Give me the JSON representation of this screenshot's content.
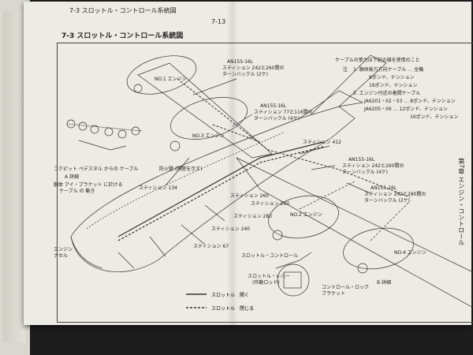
{
  "header": {
    "section_title": "7-3 スロットル・コントロール系統図",
    "page_number": "7-13"
  },
  "diagram": {
    "title": "7-3 スロットル・コントロール系統図"
  },
  "notes": {
    "heading": "ケーブルの張力は下記の値を使用のこと",
    "note1_label": "注",
    "note1": "1. 胴体後方方向ケーブル … 全機",
    "note1a": "8ポンド、テンション",
    "note1b": "16ポンド、テンション",
    "note2": "2. エンジン付近の着間ケーブル",
    "note2a": "JA6201・02・03 … 8ポンド、テンション",
    "note2b": "JA6205・06 … 12ポンド、テンション",
    "note2c": "16ポンド、テンション"
  },
  "labels": {
    "an_top": "AN155-16L",
    "an_top_2": "スティション 242と260間の",
    "an_top_3": "ターンバックル (2ケ)",
    "an_mid": "AN155-16L",
    "an_mid_2": "スティション 77と116間の",
    "an_mid_3": "ターンバックル (4ケ)",
    "station_412": "スティション 412",
    "an_right": "AN155-16L",
    "an_right_2": "スティション 242と260間の",
    "an_right_3": "ターンバックル (4ケ)",
    "an_right_b": "AN155-16L",
    "an_right_b2": "スティション 262と280間の",
    "an_right_b3": "ターンバックル (2ケ)",
    "cockpit_label": "コクピット ペデスタル からの ケーブル",
    "a_detail": "A 詳細",
    "pulley_label": "胴体 アイ・ブラケット に於ける",
    "pulley_label2": "ケーブル の 動き",
    "firewall_label": "防火壁 (隔壁を示す)",
    "station_134": "スティション 134",
    "station_260": "スティション 260",
    "station_260b": "スティション 260",
    "station_280": "スティション 280",
    "station_240": "スティション 240",
    "station_67": "スティション 67",
    "engine_label": "エンジン",
    "engine_label2": "ナセル",
    "no1_engine": "NO.1 エンジン",
    "no2_engine": "NO.2 エンジン",
    "no3_engine": "NO.3 エンジン",
    "no4_engine": "NO.4 エンジン",
    "detail_b": "B 詳細",
    "throttle_lever": "スロットル・レバー",
    "lever_stop": "(作動ロッド)",
    "lock_lever": "コントロール・ロック",
    "lock_bracket": "ブラケット",
    "throttle_ctrl": "スロットル・コントロール",
    "leg_open": "スロットル　開く",
    "leg_close": "スロットル　閉じる"
  },
  "left_page": {
    "side_text": "第7章 エンジン・コントロール"
  }
}
